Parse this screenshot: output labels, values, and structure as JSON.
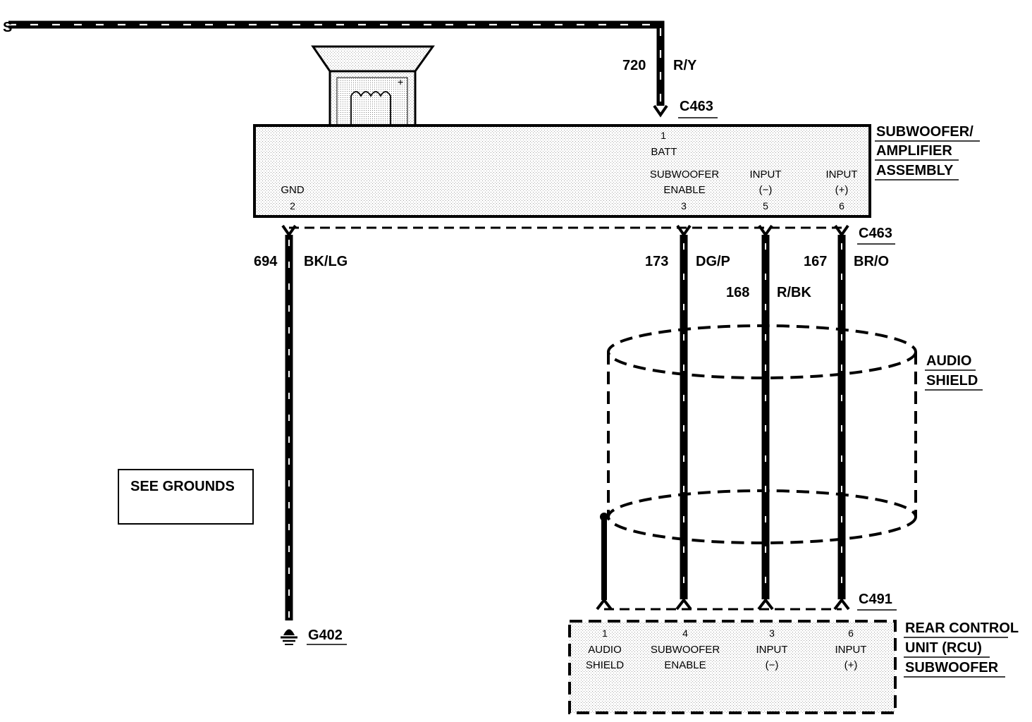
{
  "top_feed": {
    "symbol": "S"
  },
  "amp_feed": {
    "circuit": "720",
    "color": "R/Y",
    "connector": "C463"
  },
  "amp": {
    "title_lines": [
      "SUBWOOFER/",
      "AMPLIFIER",
      "ASSEMBLY"
    ],
    "pins": {
      "batt": {
        "num": "1",
        "label": "BATT"
      },
      "gnd": {
        "label": "GND",
        "num": "2"
      },
      "sub_enable": {
        "label1": "SUBWOOFER",
        "label2": "ENABLE",
        "num": "3"
      },
      "input_neg": {
        "label1": "INPUT",
        "label2": "(−)",
        "num": "5"
      },
      "input_pos": {
        "label1": "INPUT",
        "label2": "(+)",
        "num": "6"
      }
    },
    "bottom_connector": "C463"
  },
  "wires": {
    "gnd": {
      "circuit": "694",
      "color": "BK/LG"
    },
    "sub_enable": {
      "circuit": "173",
      "color": "DG/P"
    },
    "input_neg": {
      "circuit": "168",
      "color": "R/BK"
    },
    "input_pos": {
      "circuit": "167",
      "color": "BR/O"
    }
  },
  "shield": {
    "lines": [
      "AUDIO",
      "SHIELD"
    ]
  },
  "ground": {
    "id": "G402"
  },
  "see_grounds": "SEE GROUNDS",
  "rcu": {
    "connector": "C491",
    "title_lines": [
      "REAR CONTROL",
      "UNIT (RCU)",
      "SUBWOOFER"
    ],
    "pins": {
      "audio_shield": {
        "num": "1",
        "label1": "AUDIO",
        "label2": "SHIELD"
      },
      "sub_enable": {
        "num": "4",
        "label1": "SUBWOOFER",
        "label2": "ENABLE"
      },
      "input_neg": {
        "num": "3",
        "label1": "INPUT",
        "label2": "(−)"
      },
      "input_pos": {
        "num": "6",
        "label1": "INPUT",
        "label2": "(+)"
      }
    }
  }
}
